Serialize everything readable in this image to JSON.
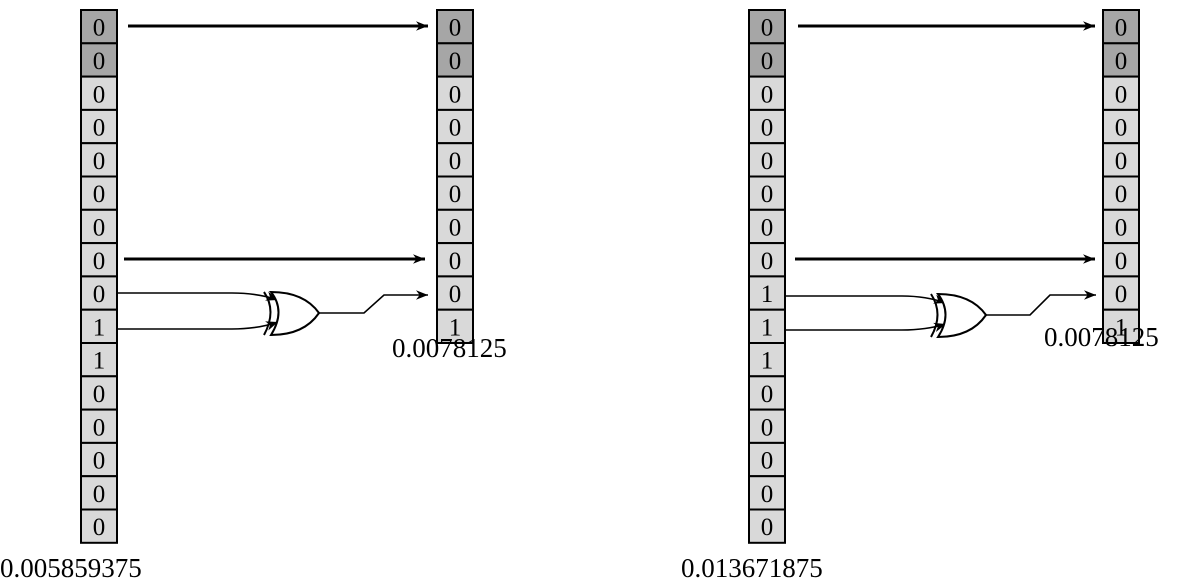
{
  "colors": {
    "cell_dark": "#a6a6a6",
    "cell_light": "#d9d9d9",
    "stroke": "#000000",
    "background": "#ffffff"
  },
  "panels": [
    {
      "id": "left",
      "source_bits": [
        "0",
        "0",
        "0",
        "0",
        "0",
        "0",
        "0",
        "0",
        "0",
        "1",
        "1",
        "0",
        "0",
        "0",
        "0",
        "0"
      ],
      "source_value": "0.005859375",
      "result_bits": [
        "0",
        "0",
        "0",
        "0",
        "0",
        "0",
        "0",
        "0",
        "0",
        "1"
      ],
      "result_value": "0.0078125",
      "dark_cells": 2
    },
    {
      "id": "right",
      "source_bits": [
        "0",
        "0",
        "0",
        "0",
        "0",
        "0",
        "0",
        "0",
        "1",
        "1",
        "1",
        "0",
        "0",
        "0",
        "0",
        "0"
      ],
      "source_value": "0.013671875",
      "result_bits": [
        "0",
        "0",
        "0",
        "0",
        "0",
        "0",
        "0",
        "0",
        "0",
        "1"
      ],
      "result_value": "0.0078125",
      "dark_cells": 2
    }
  ],
  "gate_icon": "or-gate-icon"
}
